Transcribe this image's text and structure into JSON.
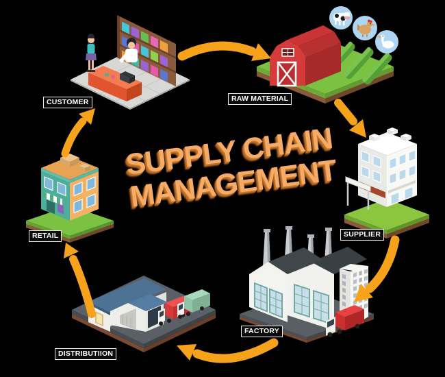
{
  "title": {
    "line1": "SUPPLY CHAIN",
    "line2": "MANAGEMENT",
    "text_color": "#F6AC66",
    "extrude_color": "#A55F20"
  },
  "nodes": [
    {
      "id": "customer",
      "label": "CUSTOMER",
      "icon": "store-cashier-illustration"
    },
    {
      "id": "raw-material",
      "label": "RAW MATERIAL",
      "icon": "farm-barn-illustration"
    },
    {
      "id": "supplier",
      "label": "SUPPLIER",
      "icon": "office-building-illustration"
    },
    {
      "id": "factory",
      "label": "FACTORY",
      "icon": "factory-illustration"
    },
    {
      "id": "distribution",
      "label": "DISTRIBUTIION",
      "icon": "warehouse-trucks-illustration"
    },
    {
      "id": "retail",
      "label": "RETAIL",
      "icon": "shop-building-illustration"
    }
  ],
  "cycle": {
    "direction": "clockwise",
    "arrows": [
      {
        "from": "CUSTOMER",
        "to": "RAW MATERIAL"
      },
      {
        "from": "RAW MATERIAL",
        "to": "SUPPLIER"
      },
      {
        "from": "SUPPLIER",
        "to": "FACTORY"
      },
      {
        "from": "FACTORY",
        "to": "DISTRIBUTIION"
      },
      {
        "from": "DISTRIBUTIION",
        "to": "RETAIL"
      },
      {
        "from": "RETAIL",
        "to": "CUSTOMER"
      }
    ]
  },
  "raw_material_icons": [
    "cow-icon",
    "hen-icon",
    "goose-icon"
  ],
  "colors": {
    "background": "#000000",
    "arrow": "#F7A21B",
    "label_text": "#FFFFFF",
    "label_background": "#0B0B0B",
    "label_border": "#F2F2F2",
    "barn_red": "#D63B3B",
    "grass_green": "#7CC242",
    "platform_gray": "#5A6065",
    "roof_blue": "#4E7294",
    "retail_teal": "#4DAE9A",
    "retail_orange": "#F3B264"
  }
}
